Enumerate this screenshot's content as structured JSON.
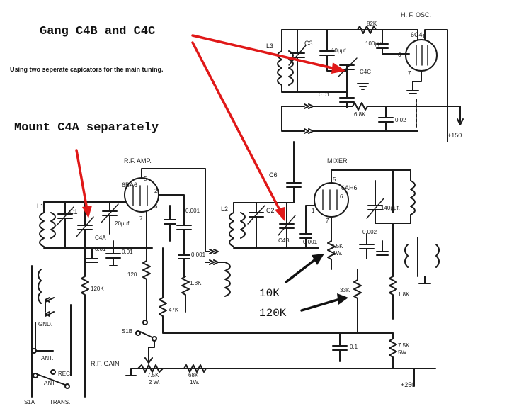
{
  "annotations": {
    "gang": "Gang C4B and C4C",
    "note": "Using two seperate capicators for the main tuning.",
    "mount": "Mount C4A separately",
    "r10k": "10K",
    "r120k": "120K"
  },
  "sections": {
    "rf_amp": "R.F. AMP.",
    "mixer": "MIXER",
    "hf_osc": "H. F. OSC."
  },
  "tubes": {
    "rf": "6BA6",
    "mixer": "6AH6",
    "osc": "6C4"
  },
  "components": {
    "l1": "L1",
    "l2": "L2",
    "l3": "L3",
    "c1": "C1",
    "c2": "C2",
    "c3": "C3",
    "c4a": "C4A",
    "c4b": "C4B",
    "c4c": "C4C",
    "c6": "C6",
    "cap_20": "20μμf.",
    "cap_10": "10μμf.",
    "cap_100": "100μμf.",
    "cap_140": "140μμf.",
    "r_82k": "82K",
    "r_68k_osc": "6.8K",
    "c_0_01_osc": "0.01",
    "c_0_02_osc": "0.02",
    "c_0_01_a": "0.01",
    "c_0_01_b": "0.01",
    "c_0_001_a": "0.001",
    "c_0_001_b": "0.001",
    "c_0_001_c": "0.001",
    "c_0_002": "0.002",
    "c_0_1": "0.1",
    "r_120": "120",
    "r_120k": "120K",
    "r_1_8k_a": "1.8K",
    "r_47k": "47K",
    "r_7_5k_1w": "7.5K",
    "r_7_5k_1w_rating": "1W.",
    "r_33k": "33K",
    "r_1_8k_b": "1.8K",
    "r_7_5k_5w": "7.5K",
    "r_7_5k_5w_rating": "5W.",
    "rf_gain": "R.F. GAIN",
    "pot_7_5k": "7.5K",
    "pot_rating": "2 W.",
    "r_68k": "68K",
    "r_68k_rating": "1W.",
    "s1b": "S1B",
    "s1a": "S1A",
    "gnd": "GND.",
    "ant": "ANT.",
    "ant2": "ANT",
    "rec": "REC.",
    "trans": "TRANS.",
    "plus150": "+150",
    "plus250": "+250"
  }
}
